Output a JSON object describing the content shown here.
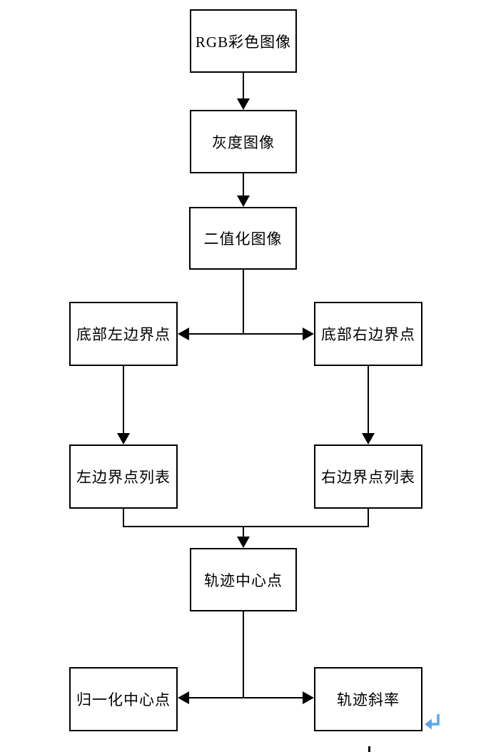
{
  "diagram": {
    "type": "flowchart",
    "nodes": {
      "rgb": {
        "label": "RGB彩色图像"
      },
      "gray": {
        "label": "灰度图像"
      },
      "binary": {
        "label": "二值化图像"
      },
      "bottom_left": {
        "label": "底部左边界点"
      },
      "bottom_right": {
        "label": "底部右边界点"
      },
      "left_list": {
        "label": "左边界点列表"
      },
      "right_list": {
        "label": "右边界点列表"
      },
      "center": {
        "label": "轨迹中心点"
      },
      "normalized": {
        "label": "归一化中心点"
      },
      "slope": {
        "label": "轨迹斜率"
      }
    },
    "edges": [
      {
        "from": "rgb",
        "to": "gray"
      },
      {
        "from": "gray",
        "to": "binary"
      },
      {
        "from": "binary",
        "to": "bottom_left"
      },
      {
        "from": "binary",
        "to": "bottom_right"
      },
      {
        "from": "bottom_left",
        "to": "left_list"
      },
      {
        "from": "bottom_right",
        "to": "right_list"
      },
      {
        "from": "left_list",
        "to": "center"
      },
      {
        "from": "right_list",
        "to": "center"
      },
      {
        "from": "center",
        "to": "normalized"
      },
      {
        "from": "center",
        "to": "slope"
      }
    ],
    "colors": {
      "line": "#000000",
      "box_border": "#000000",
      "box_fill": "#ffffff",
      "text": "#000000",
      "line_break_mark": "#58A6F0"
    },
    "marks": {
      "line_break_icon": "return-arrow"
    }
  }
}
